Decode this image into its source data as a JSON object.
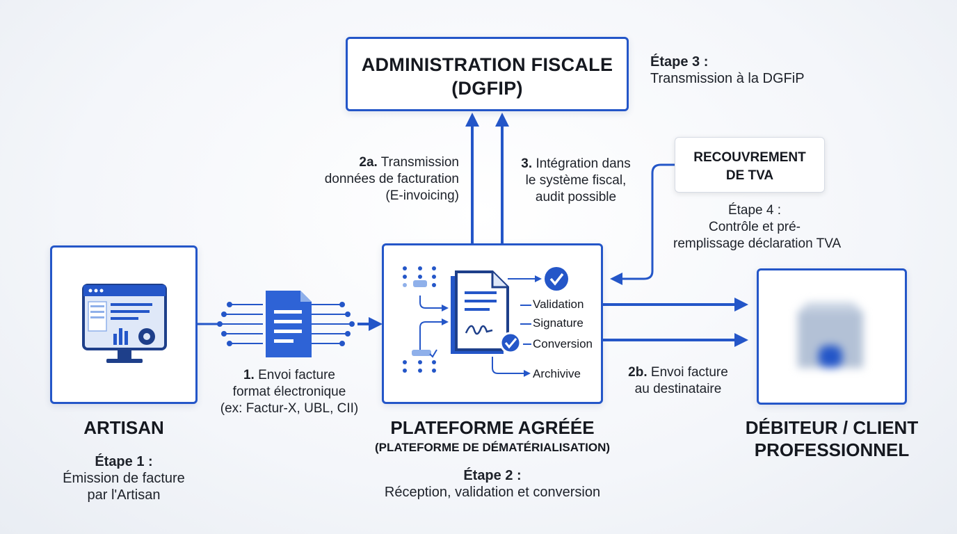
{
  "admin": {
    "line1": "ADMINISTRATION FISCALE",
    "line2": "(DGFIP)"
  },
  "step3": {
    "title": "Étape 3 :",
    "desc": "Transmission à la DGFiP"
  },
  "recouvrement": {
    "line1": "RECOUVREMENT",
    "line2": "DE TVA"
  },
  "step4": {
    "title": "Étape 4 :",
    "desc1": "Contrôle et pré-",
    "desc2": "remplissage déclaration TVA"
  },
  "arrow2a": {
    "num": "2a.",
    "line1": "Transmission",
    "line2": "données de facturation",
    "line3": "(E-invoicing)"
  },
  "arrow3": {
    "num": "3.",
    "line1": "Intégration dans",
    "line2": "le système fiscal,",
    "line3": "audit possible"
  },
  "arrow1": {
    "num": "1.",
    "line1": "Envoi facture",
    "line2": "format électronique",
    "line3": "(ex: Factur-X, UBL, CII)"
  },
  "arrow2b": {
    "num": "2b.",
    "line1": "Envoi facture",
    "line2": "au destinataire"
  },
  "platform_items": {
    "validation": "Validation",
    "signature": "Signature",
    "conversion": "Conversion",
    "archive": "Archivive"
  },
  "artisan": {
    "name": "ARTISAN",
    "step_title": "Étape 1 :",
    "desc1": "Émission de facture",
    "desc2": "par l'Artisan"
  },
  "platform": {
    "name": "PLATEFORME AGRÉÉE",
    "sub": "(PLATEFORME DE DÉMATÉRIALISATION)",
    "step_title": "Étape 2 :",
    "desc": "Réception, validation et conversion"
  },
  "client": {
    "line1": "DÉBITEUR / CLIENT",
    "line2": "PROFESSIONNEL"
  },
  "colors": {
    "accent": "#2456c8",
    "light_accent": "#8fb0ea",
    "text": "#1a1d24"
  },
  "icons": [
    "monitor-dashboard-icon",
    "document-icon",
    "signed-document-icon",
    "checkmark-icon",
    "building-icon"
  ]
}
